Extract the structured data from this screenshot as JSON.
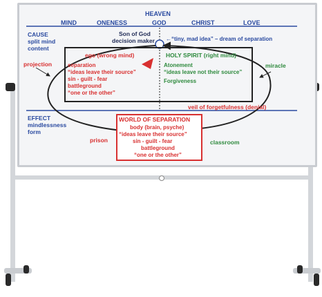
{
  "header": {
    "top": "HEAVEN",
    "row": [
      "MIND",
      "ONENESS",
      "GOD",
      "CHRIST",
      "LOVE"
    ]
  },
  "left": {
    "cause": [
      "CAUSE",
      "split mind",
      "content"
    ],
    "projection": "projection",
    "effect": [
      "EFFECT",
      "mindlessness",
      "form"
    ],
    "prison": "prison"
  },
  "center": {
    "son_of_god": [
      "Son of God",
      "decision maker"
    ],
    "dream": "←“tiny, mad idea” – dream of separation"
  },
  "ego_box": {
    "title": "ego (wrong mind)",
    "lines": [
      "separation",
      "“ideas leave their source”",
      "sin - guilt - fear",
      "battleground",
      "“one or the other”"
    ]
  },
  "spirit_box": {
    "title": "HOLY SPIRIT (right mind)",
    "lines": [
      "Atonement",
      "“ideas leave not their source”",
      "Forgiveness"
    ]
  },
  "right": {
    "miracle": "miracle",
    "veil": "veil of forgetfulness (denial)",
    "classroom": "classroom"
  },
  "world_box": {
    "title": "WORLD OF SEPARATION",
    "lines": [
      "body (brain, psyche)",
      "“ideas leave their source”",
      "sin - guilt - fear",
      "battleground",
      "“one or the other”"
    ]
  },
  "colors": {
    "blue": "#2a4aa0",
    "red": "#d83030",
    "green": "#2f8a3e",
    "line": "#222222"
  }
}
